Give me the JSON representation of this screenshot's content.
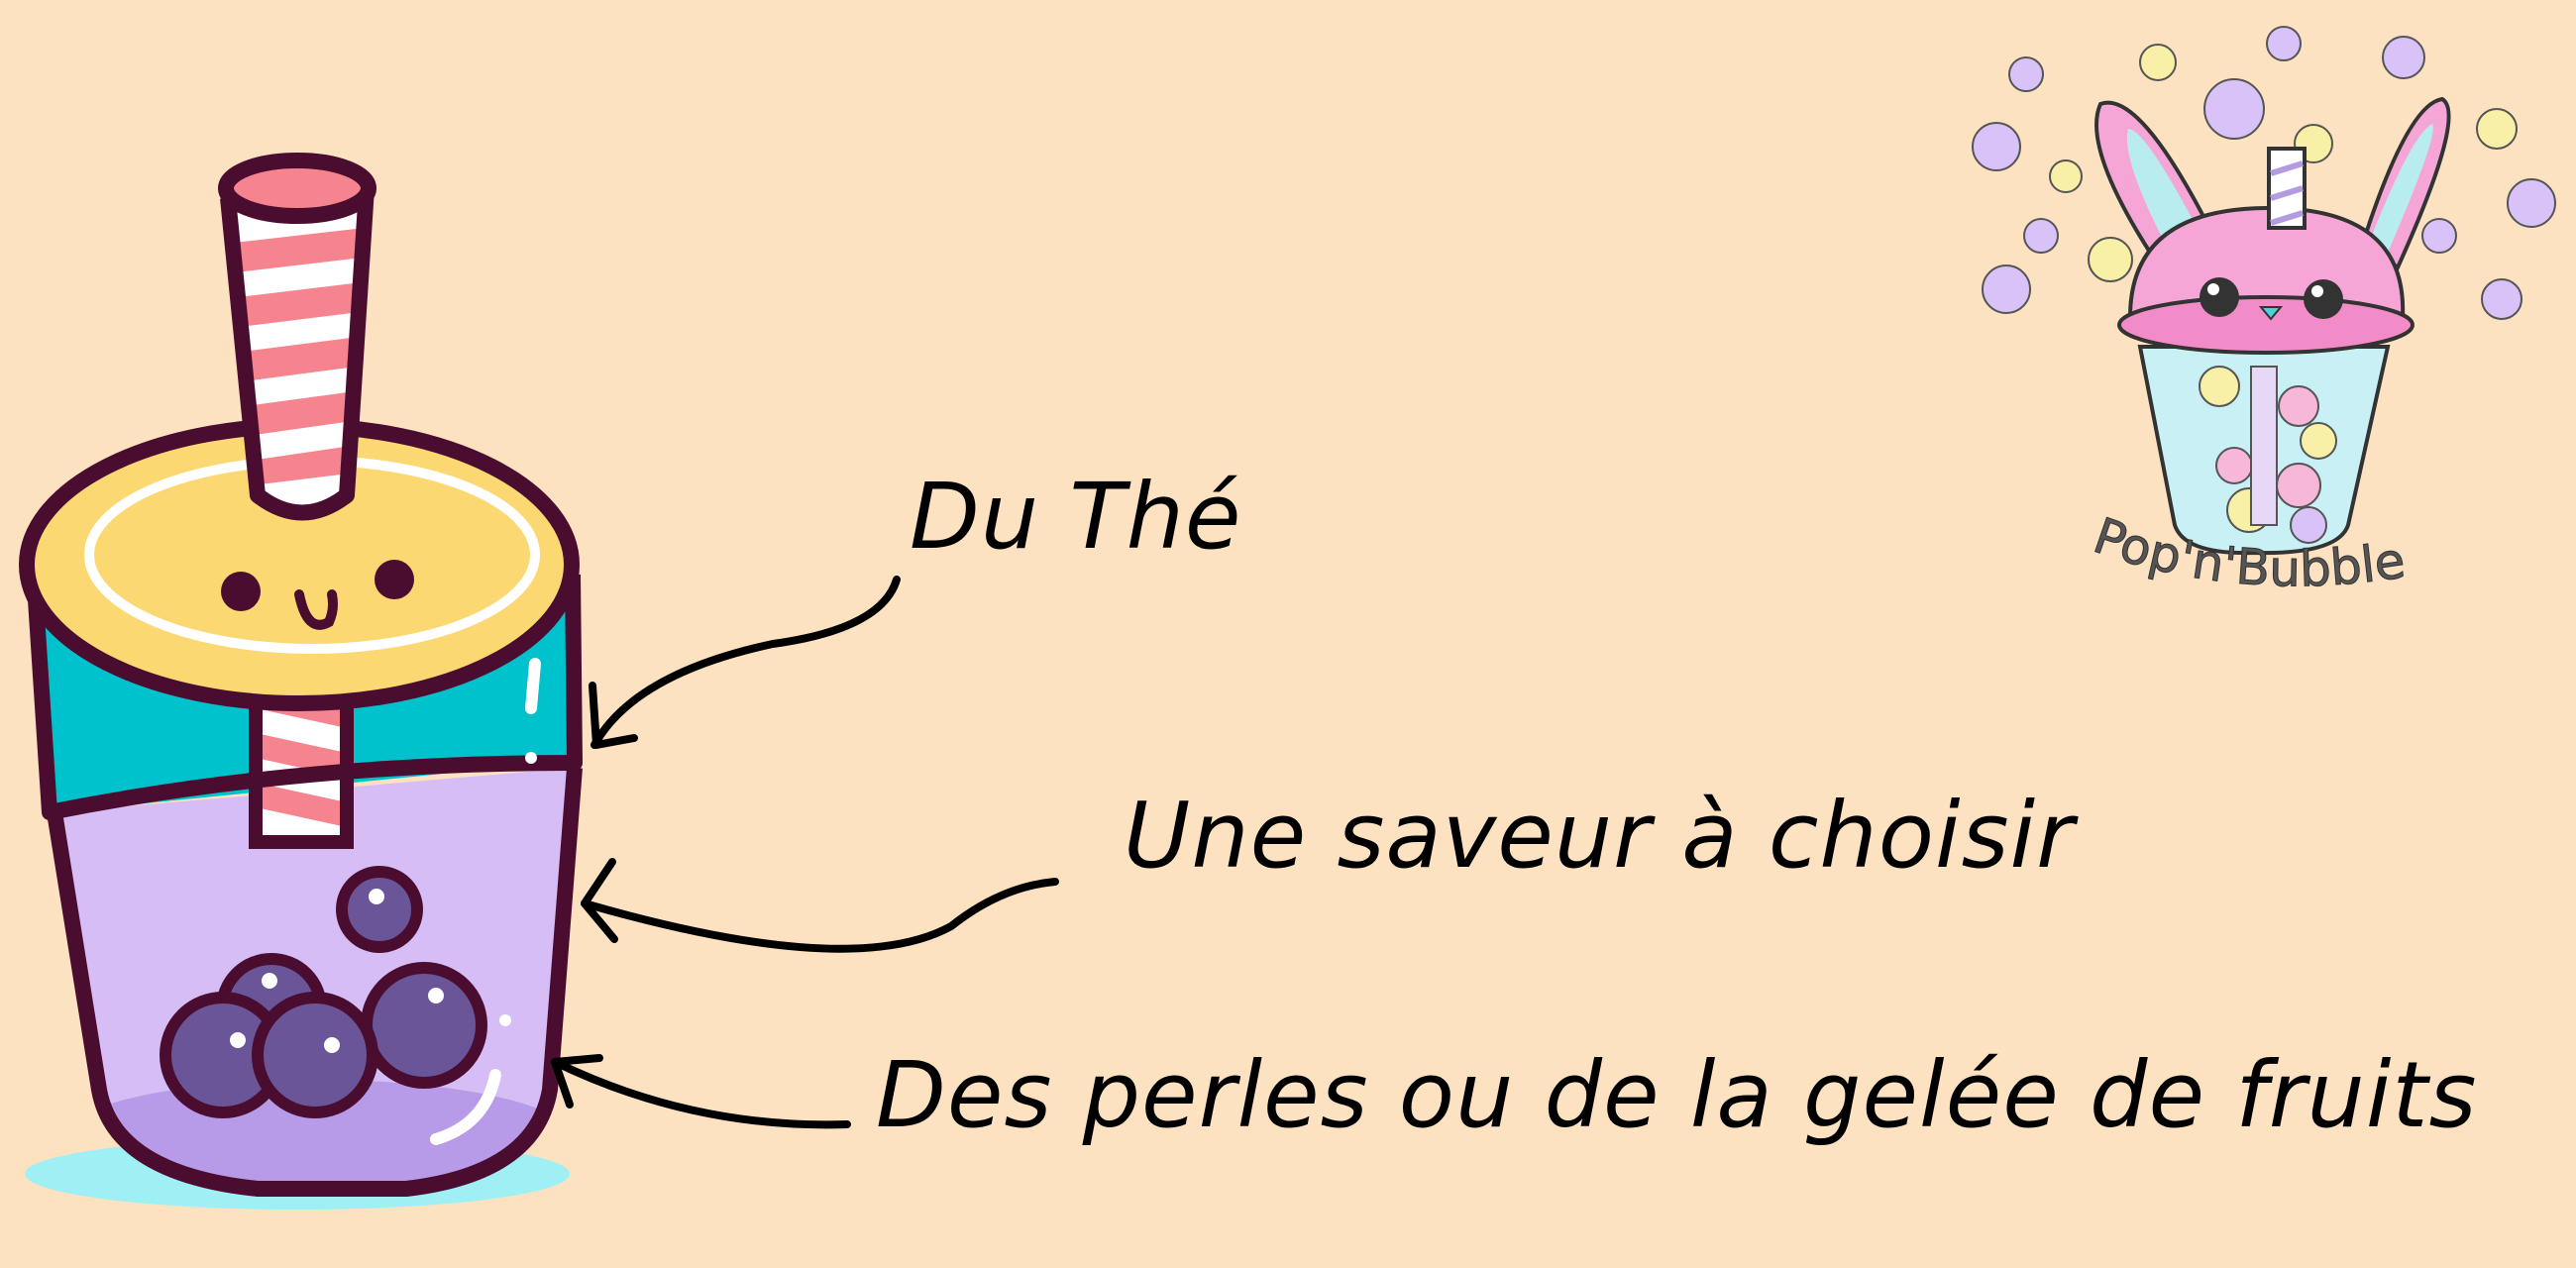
{
  "labels": {
    "tea": "Du Thé",
    "flavor": "Une saveur à choisir",
    "pearls": "Des perles ou de la gelée de fruits"
  },
  "logo": {
    "text": "Pop'n'Bubble"
  },
  "colors": {
    "background": "#fde2c2",
    "outline": "#4a0d30",
    "lid": "#fcd873",
    "band": "#00c2cc",
    "cup_body": "#d6bdf5",
    "cup_bottom": "#b79be8",
    "pearl": "#6a5598",
    "straw_red": "#f5848f",
    "shadow": "#9ef0f5",
    "logo_pink": "#f6a6d6",
    "logo_bubble_purple": "#d9c2f7",
    "logo_bubble_yellow": "#f7f0a6"
  },
  "icons": [
    "bubble-tea-cup-illustration",
    "pop-n-bubble-logo",
    "arrow-icon"
  ]
}
